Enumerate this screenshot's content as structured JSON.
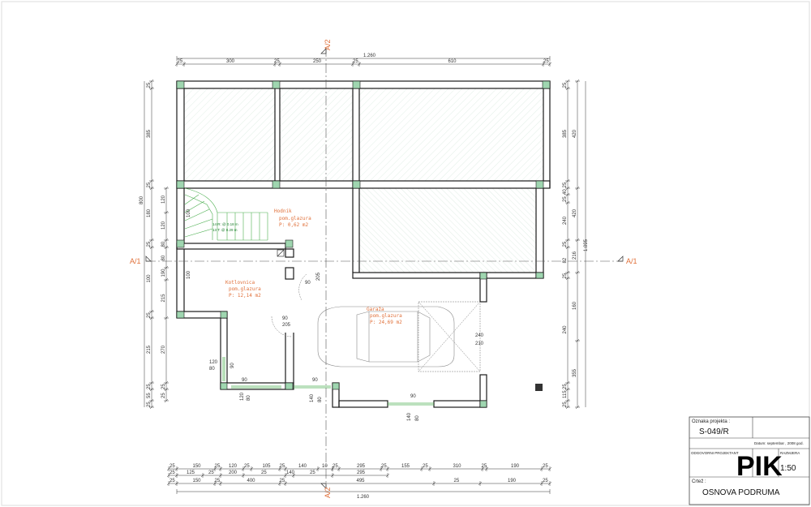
{
  "sections": {
    "a1": "A/1",
    "a2": "A/2"
  },
  "dims": {
    "top_total": "1.260",
    "top_segments": [
      "25",
      "300",
      "25",
      "250",
      "25",
      "610",
      "25"
    ],
    "left_outer": [
      "25",
      "385",
      "25",
      "180",
      "25",
      "100",
      "25",
      "215",
      "25",
      "55",
      "25"
    ],
    "left_mid": [
      "120",
      "120",
      "80",
      "80",
      "190",
      "215",
      "270",
      "25",
      "25"
    ],
    "left_total": "800",
    "right_outer": [
      "25",
      "385",
      "25",
      "40",
      "25",
      "240",
      "25",
      "82",
      "25",
      "240",
      "25",
      "115",
      "25"
    ],
    "right_mid": [
      "420",
      "420",
      "216",
      "160",
      "355"
    ],
    "right_total": "1.095",
    "bot_row1": [
      "25",
      "150",
      "25",
      "120",
      "25",
      "105",
      "25",
      "140",
      "10"
    ],
    "bot_row1b": [
      "25",
      "295",
      "25",
      "155",
      "25",
      "310",
      "25",
      "190",
      "25"
    ],
    "bot_row2": [
      "25",
      "125",
      "25",
      "200",
      "25",
      "140",
      "25",
      "295"
    ],
    "bot_row3": [
      "25",
      "150",
      "25",
      "400",
      "25",
      "495",
      "25",
      "190",
      "25"
    ],
    "bot_total": "1.260",
    "bot_495": "495",
    "inner": {
      "d100a": "100",
      "d100b": "100",
      "d90a": "90",
      "d205a": "205",
      "d90b": "90",
      "d205b": "205",
      "d120": "120",
      "d80": "80",
      "d90c": "90",
      "d90d": "90",
      "d90e": "90",
      "d120b": "120",
      "d80b": "80",
      "d140": "140",
      "d80c": "80",
      "d90f": "90",
      "d140b": "140",
      "d80d": "80",
      "d240": "240",
      "d210": "210"
    }
  },
  "rooms": {
    "ostava": {
      "name": "Hodnik",
      "floor": "pom.glazura",
      "area": "P: 0,62 m2"
    },
    "kotlovnica": {
      "name": "Kotlovnica",
      "floor": "pom.glazura",
      "area": "P: 12,14 m2"
    },
    "garaza": {
      "name": "Garaža",
      "floor": "pom.glazura",
      "area": "P: 24,69 m2"
    }
  },
  "stairs": {
    "line1": "14 R: @ 0.18 m",
    "line2": "13 T: @ 0.29 m"
  },
  "title_block": {
    "oznaka_label": "Oznaka projekta :",
    "oznaka_value": "S-049/R",
    "datum": "Datum: septembar , 2008 god.",
    "odgovorni": "ODGOVORNI PROJEKTANT",
    "razmjera_label": "RAZMJERA",
    "razmjera_value": "1:50",
    "logo": "PIK",
    "crtez_label": "Crtež :",
    "crtez_value": "OSNOVA  PODRUMA"
  },
  "colors": {
    "wall": "#1a1a1a",
    "column": "#9fd6b0",
    "hatch": "#b8d8c4",
    "stair": "#4caf50",
    "accent": "#e0703a"
  }
}
